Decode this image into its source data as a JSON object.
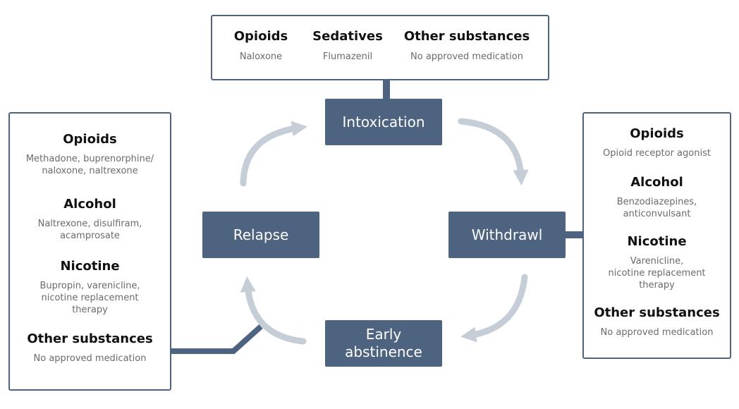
{
  "colors": {
    "stage_fill": "#4e6380",
    "border": "#4e6380",
    "arrow": "#c5ced6"
  },
  "top_panel": {
    "sections": [
      {
        "title": "Opioids",
        "text": "Naloxone"
      },
      {
        "title": "Sedatives",
        "text": "Flumazenil"
      },
      {
        "title": "Other substances",
        "text": "No approved medication"
      }
    ]
  },
  "left_panel": {
    "sections": [
      {
        "title": "Opioids",
        "text": "Methadone, buprenorphine/\nnaloxone, naltrexone"
      },
      {
        "title": "Alcohol",
        "text": "Naltrexone, disulfiram,\nacamprosate"
      },
      {
        "title": "Nicotine",
        "text": "Bupropin, varenicline,\nnicotine replacement\ntherapy"
      },
      {
        "title": "Other substances",
        "text": "No approved medication"
      }
    ]
  },
  "right_panel": {
    "sections": [
      {
        "title": "Opioids",
        "text": "Opioid receptor agonist"
      },
      {
        "title": "Alcohol",
        "text": "Benzodiazepines,\nanticonvulsant"
      },
      {
        "title": "Nicotine",
        "text": "Varenicline,\nnicotine replacement\ntherapy"
      },
      {
        "title": "Other substances",
        "text": "No approved medication"
      }
    ]
  },
  "stages": {
    "intoxication": "Intoxication",
    "withdrawl": "Withdrawl",
    "early_abstinence": "Early\nabstinence",
    "relapse": "Relapse"
  }
}
